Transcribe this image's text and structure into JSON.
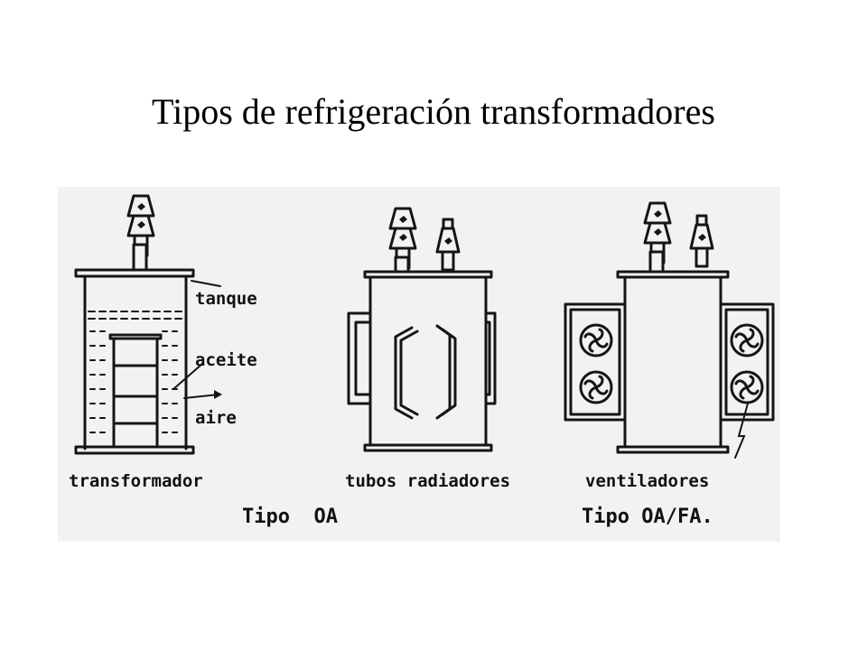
{
  "title": "Tipos de refrigeración transformadores",
  "diagram": {
    "labels": {
      "tanque": "tanque",
      "aceite": "aceite",
      "aire": "aire",
      "transformador": "transformador",
      "tubos_radiadores": "tubos radiadores",
      "ventiladores": "ventiladores",
      "tipo_oa": "Tipo  OA",
      "tipo_oa_fa": "Tipo OA/FA."
    },
    "colors": {
      "paper": "#f2f2f0",
      "ink": "#151515"
    },
    "icons": [
      "bushing-icon",
      "fan-icon",
      "arrow-icon",
      "lightning-icon"
    ]
  }
}
